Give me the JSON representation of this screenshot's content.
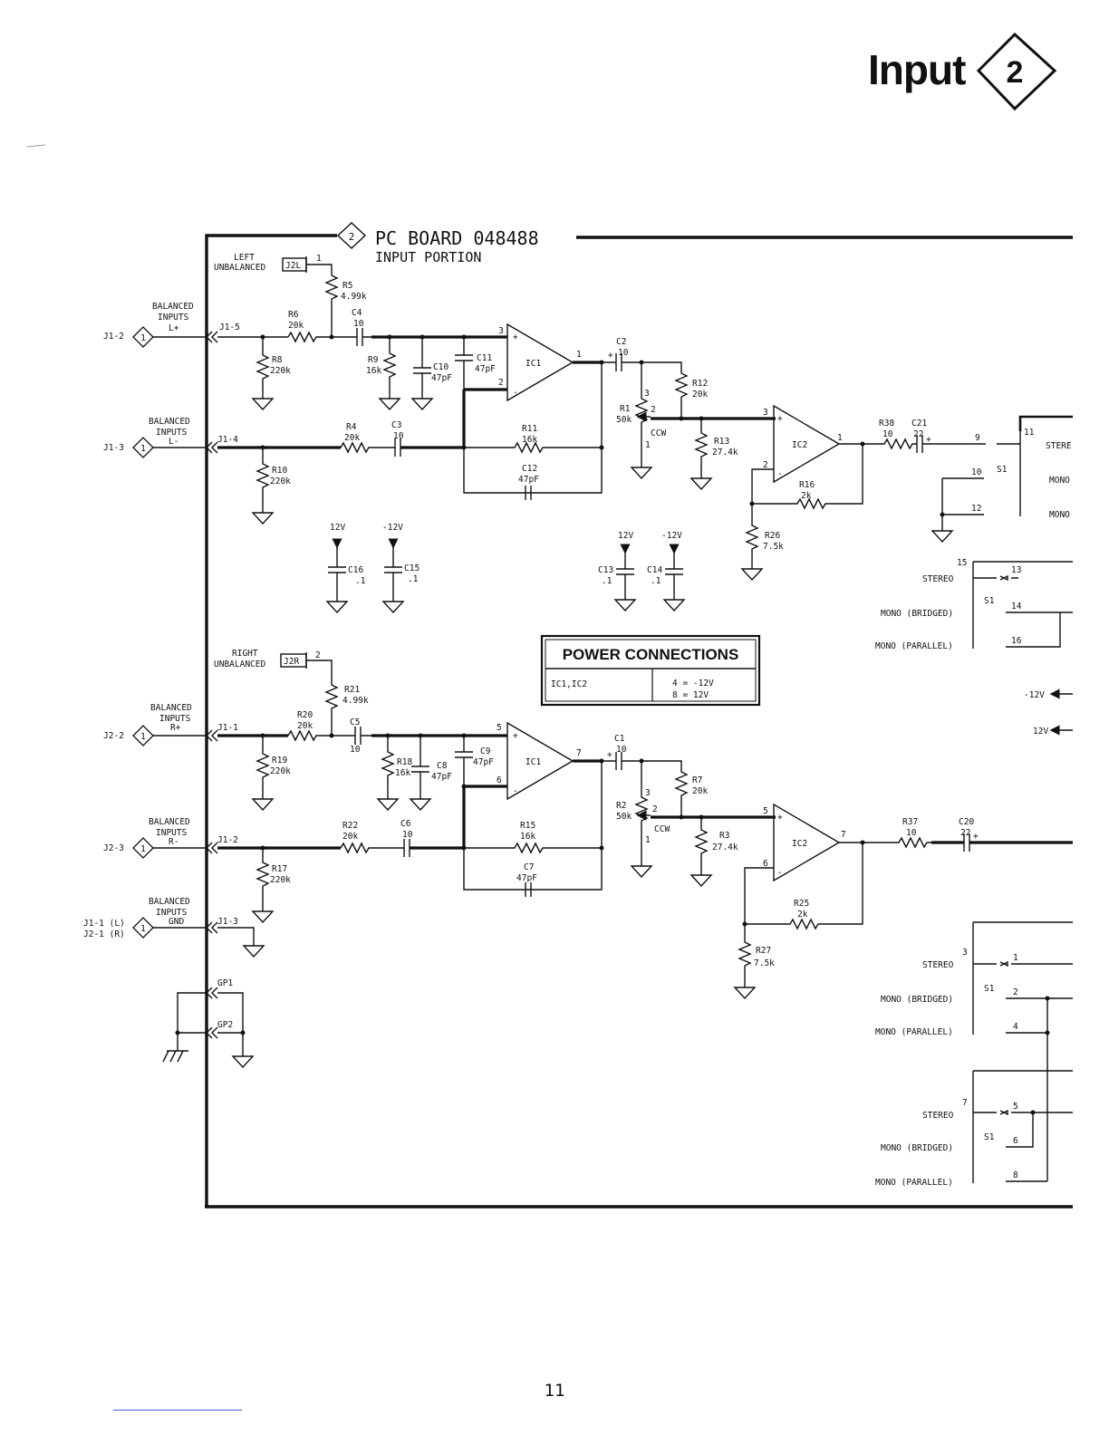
{
  "header": {
    "title": "Input",
    "section_number": "2"
  },
  "board": {
    "number": "2",
    "title": "PC BOARD 048488",
    "subtitle": "INPUT PORTION"
  },
  "power_table": {
    "title": "POWER CONNECTIONS",
    "ic": "IC1,IC2",
    "pin4": "4 = -12V",
    "pin8": "8 = 12V"
  },
  "connectors": {
    "j1_2": "J1-2",
    "j1_3": "J1-3",
    "j2_2": "J2-2",
    "j2_3": "J2-3",
    "j1_1": "J1-1 (L)",
    "j2_1": "J2-1 (R)",
    "pin_j1_5": "J1-5",
    "pin_j1_4": "J1-4",
    "pin_j1_1": "J1-1",
    "pin_j1_2": "J1-2",
    "pin_j1_3": "J1-3",
    "diamond": "1",
    "left_unbal_1": "LEFT",
    "left_unbal_2": "UNBALANCED",
    "j2l": "J2L",
    "j2l_pin": "1",
    "right_unbal_1": "RIGHT",
    "right_unbal_2": "UNBALANCED",
    "j2r": "J2R",
    "j2r_pin": "2",
    "gp1": "GP1",
    "gp2": "GP2"
  },
  "inputs": {
    "balanced": "BALANCED",
    "inputs": "INPUTS",
    "lp": "L+",
    "lm": "L-",
    "rp": "R+",
    "rm": "R-",
    "gnd": "GND"
  },
  "components": {
    "r5": "R5",
    "r5v": "4.99k",
    "r6": "R6",
    "r6v": "20k",
    "r8": "R8",
    "r8v": "220k",
    "r9": "R9",
    "r9v": "16k",
    "r4": "R4",
    "r4v": "20k",
    "r10": "R10",
    "r10v": "220k",
    "r11": "R11",
    "r11v": "16k",
    "r1": "R1",
    "r1v": "50k",
    "r12": "R12",
    "r12v": "20k",
    "r13": "R13",
    "r13v": "27.4k",
    "r16": "R16",
    "r16v": "2k",
    "r26": "R26",
    "r26v": "7.5k",
    "r38": "R38",
    "r38v": "10",
    "r21": "R21",
    "r21v": "4.99k",
    "r20": "R20",
    "r20v": "20k",
    "r19": "R19",
    "r19v": "220k",
    "r18": "R18",
    "r18v": "16k",
    "r22": "R22",
    "r22v": "20k",
    "r17": "R17",
    "r17v": "220k",
    "r15": "R15",
    "r15v": "16k",
    "r2": "R2",
    "r2v": "50k",
    "r7": "R7",
    "r7v": "20k",
    "r3": "R3",
    "r3v": "27.4k",
    "r25": "R25",
    "r25v": "2k",
    "r27": "R27",
    "r27v": "7.5k",
    "r37": "R37",
    "r37v": "10",
    "c4": "C4",
    "c4v": "10",
    "c10": "C10",
    "c10v": "47pF",
    "c11": "C11",
    "c11v": "47pF",
    "c2": "C2",
    "c2v": "10",
    "c3": "C3",
    "c3v": "10",
    "c12": "C12",
    "c12v": "47pF",
    "c21": "C21",
    "c21v": "22",
    "c16": "C16",
    "c16v": ".1",
    "c15": "C15",
    "c15v": ".1",
    "c13": "C13",
    "c13v": ".1",
    "c14": "C14",
    "c14v": ".1",
    "c5": "C5",
    "c5v": "10",
    "c8": "C8",
    "c8v": "47pF",
    "c9": "C9",
    "c9v": "47pF",
    "c1": "C1",
    "c1v": "10",
    "c6": "C6",
    "c6v": "10",
    "c7": "C7",
    "c7v": "47pF",
    "c20": "C20",
    "c20v": "22",
    "ic1": "IC1",
    "ic2": "IC2",
    "ccw": "CCW"
  },
  "supply": {
    "p12": "12V",
    "m12": "-12V",
    "m12_arrow": "-12V",
    "p12_arrow": "12V"
  },
  "switch": {
    "s1": "S1",
    "stereo": "STEREO",
    "mono_bridged": "MONO (BRIDGED)",
    "mono_parallel": "MONO (PARALLEL)",
    "stere_cut": "STERE",
    "mono_cut": "MONO"
  },
  "page_number": "11"
}
